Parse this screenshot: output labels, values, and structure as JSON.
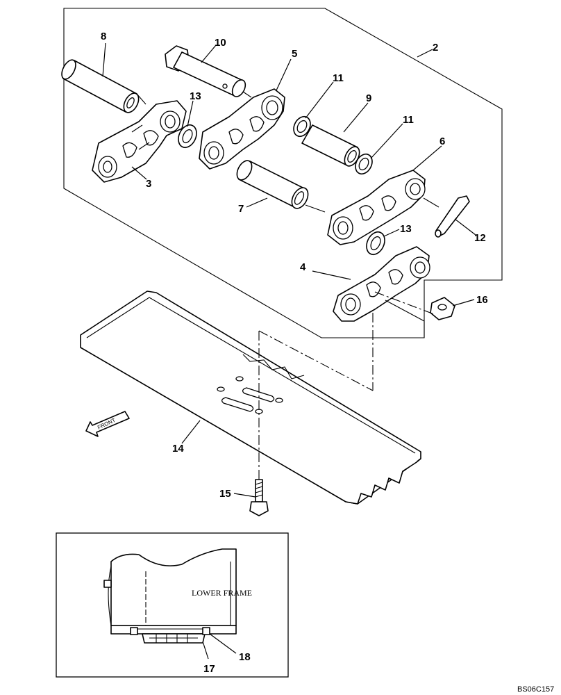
{
  "callouts": {
    "c2": "2",
    "c3": "3",
    "c4": "4",
    "c5": "5",
    "c6": "6",
    "c7": "7",
    "c8": "8",
    "c9": "9",
    "c10": "10",
    "c11a": "11",
    "c11b": "11",
    "c12": "12",
    "c13a": "13",
    "c13b": "13",
    "c14": "14",
    "c15": "15",
    "c16": "16",
    "c17": "17",
    "c18": "18"
  },
  "labels": {
    "front": "FRONT",
    "lower_frame": "LOWER FRAME",
    "drawing_id": "BS06C157"
  }
}
